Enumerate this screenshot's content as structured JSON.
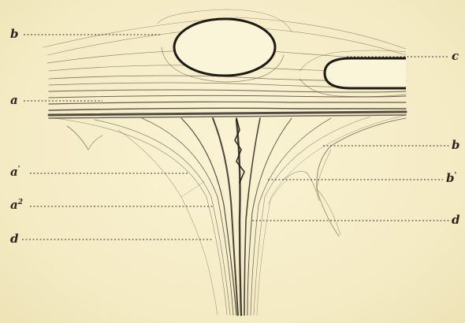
{
  "labels": {
    "left": {
      "b": "b",
      "a": "a",
      "a1": "a",
      "a1_mark": "'",
      "a2": "a",
      "a2_mark": "2",
      "d": "d"
    },
    "right": {
      "c": "c",
      "b": "b",
      "b1": "b",
      "b1_mark": "'",
      "d": "d"
    }
  },
  "colors": {
    "paper": "#f6eec9",
    "ink": "#2b2418",
    "fiber": "#4a4238"
  }
}
